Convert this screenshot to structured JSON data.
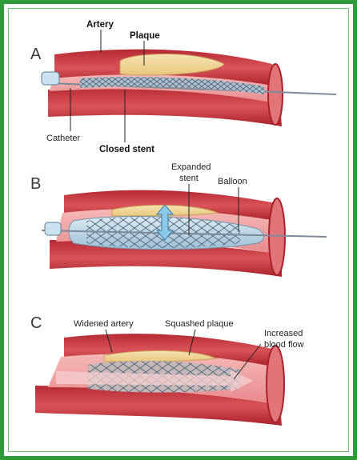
{
  "panels": {
    "a": {
      "letter": "A",
      "labels": {
        "artery": "Artery",
        "plaque": "Plaque",
        "catheter": "Catheter",
        "closed_stent": "Closed stent"
      }
    },
    "b": {
      "letter": "B",
      "labels": {
        "expanded_stent_line1": "Expanded",
        "expanded_stent_line2": "stent",
        "balloon": "Balloon"
      }
    },
    "c": {
      "letter": "C",
      "labels": {
        "widened_artery": "Widened artery",
        "squashed_plaque": "Squashed plaque",
        "increased_line1": "Increased",
        "increased_line2": "blood flow"
      }
    }
  },
  "colors": {
    "frame": "#2f9a3a",
    "artery_outer": "#c8373d",
    "artery_inner": "#e8898c",
    "plaque": "#f2d79a",
    "stent": "#8fa8bf",
    "balloon": "#bcd6e6"
  }
}
